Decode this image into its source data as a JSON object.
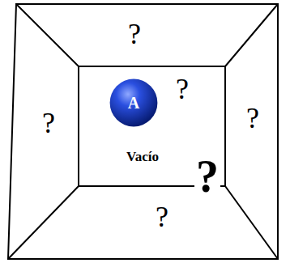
{
  "diagram": {
    "nodes": [
      {
        "text": [
          "A"
        ]
      }
    ],
    "labels": [
      "?",
      "?",
      "?",
      "?",
      "Vacío",
      "?",
      "?"
    ]
  }
}
